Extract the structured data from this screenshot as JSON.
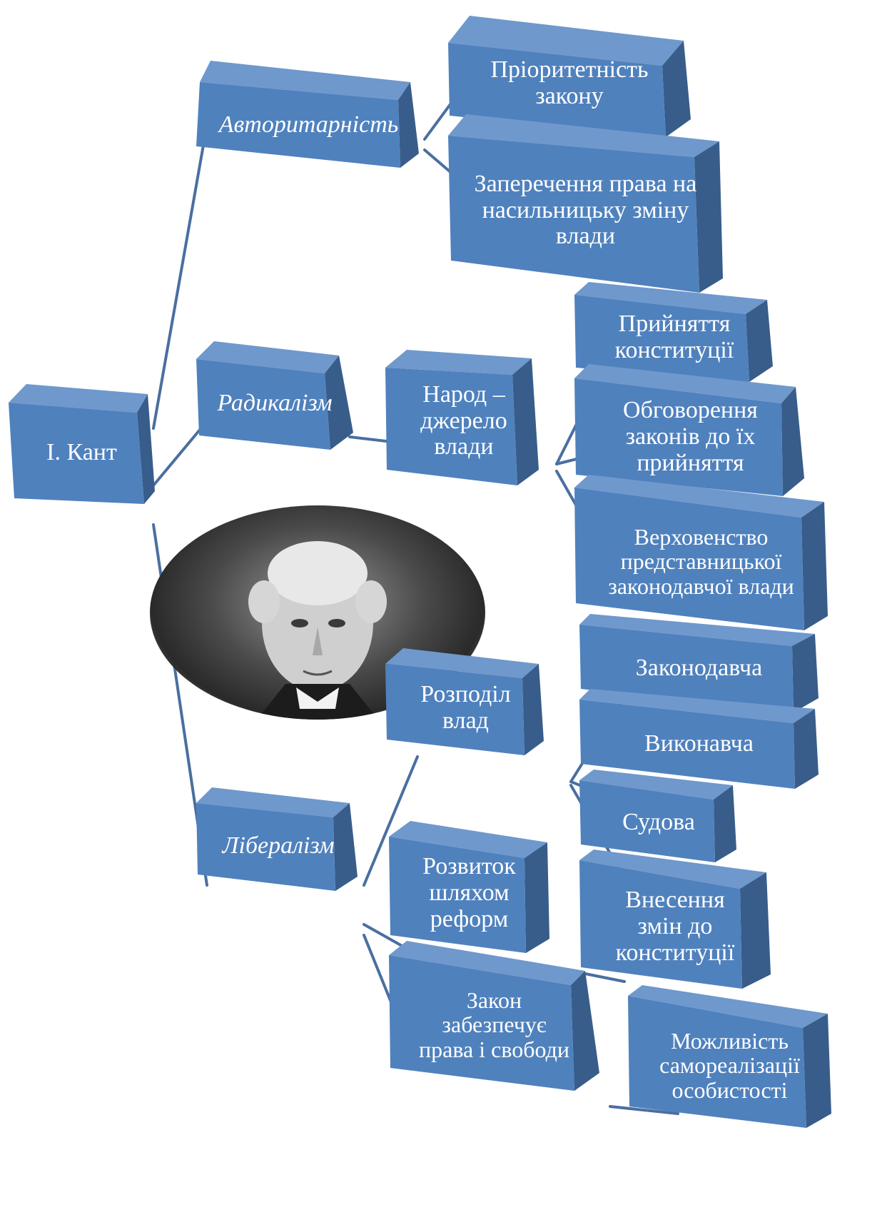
{
  "diagram": {
    "root": "І. Кант",
    "branches": [
      {
        "key": "authoritarianism",
        "label": "Авторитарність",
        "children": [
          "Пріоритетність\nзакону",
          "Заперечення права на\nнасильницьку зміну\nвлади"
        ]
      },
      {
        "key": "radicalism",
        "label": "Радикалізм",
        "middle": "Народ –\nджерело\nвлади",
        "children": [
          "Прийняття\nконституції",
          "Обговорення\nзаконів до їх\nприйняття",
          "Верховенство\nпредставницької\nзаконодавчої влади"
        ]
      },
      {
        "key": "liberalism",
        "label": "Лібералізм",
        "groups": [
          {
            "label": "Розподіл\nвлад",
            "children": [
              "Законодавча",
              "Виконавча",
              "Судова"
            ]
          },
          {
            "label": "Розвиток\nшляхом\nреформ",
            "children": [
              "Внесення\nзмін до\nконституції"
            ]
          },
          {
            "label": "Закон\nзабезпечує\nправа і свободи",
            "children": [
              "Можливість\nсамореалізації\nособистості"
            ]
          }
        ]
      }
    ],
    "portrait_icon": "portrait-of-kant-image",
    "colors": {
      "box_face": "#4f81bd",
      "box_side": "#385d8a",
      "box_top": "#6f98cc",
      "connector": "#4a6fa0",
      "text": "#ffffff"
    }
  }
}
